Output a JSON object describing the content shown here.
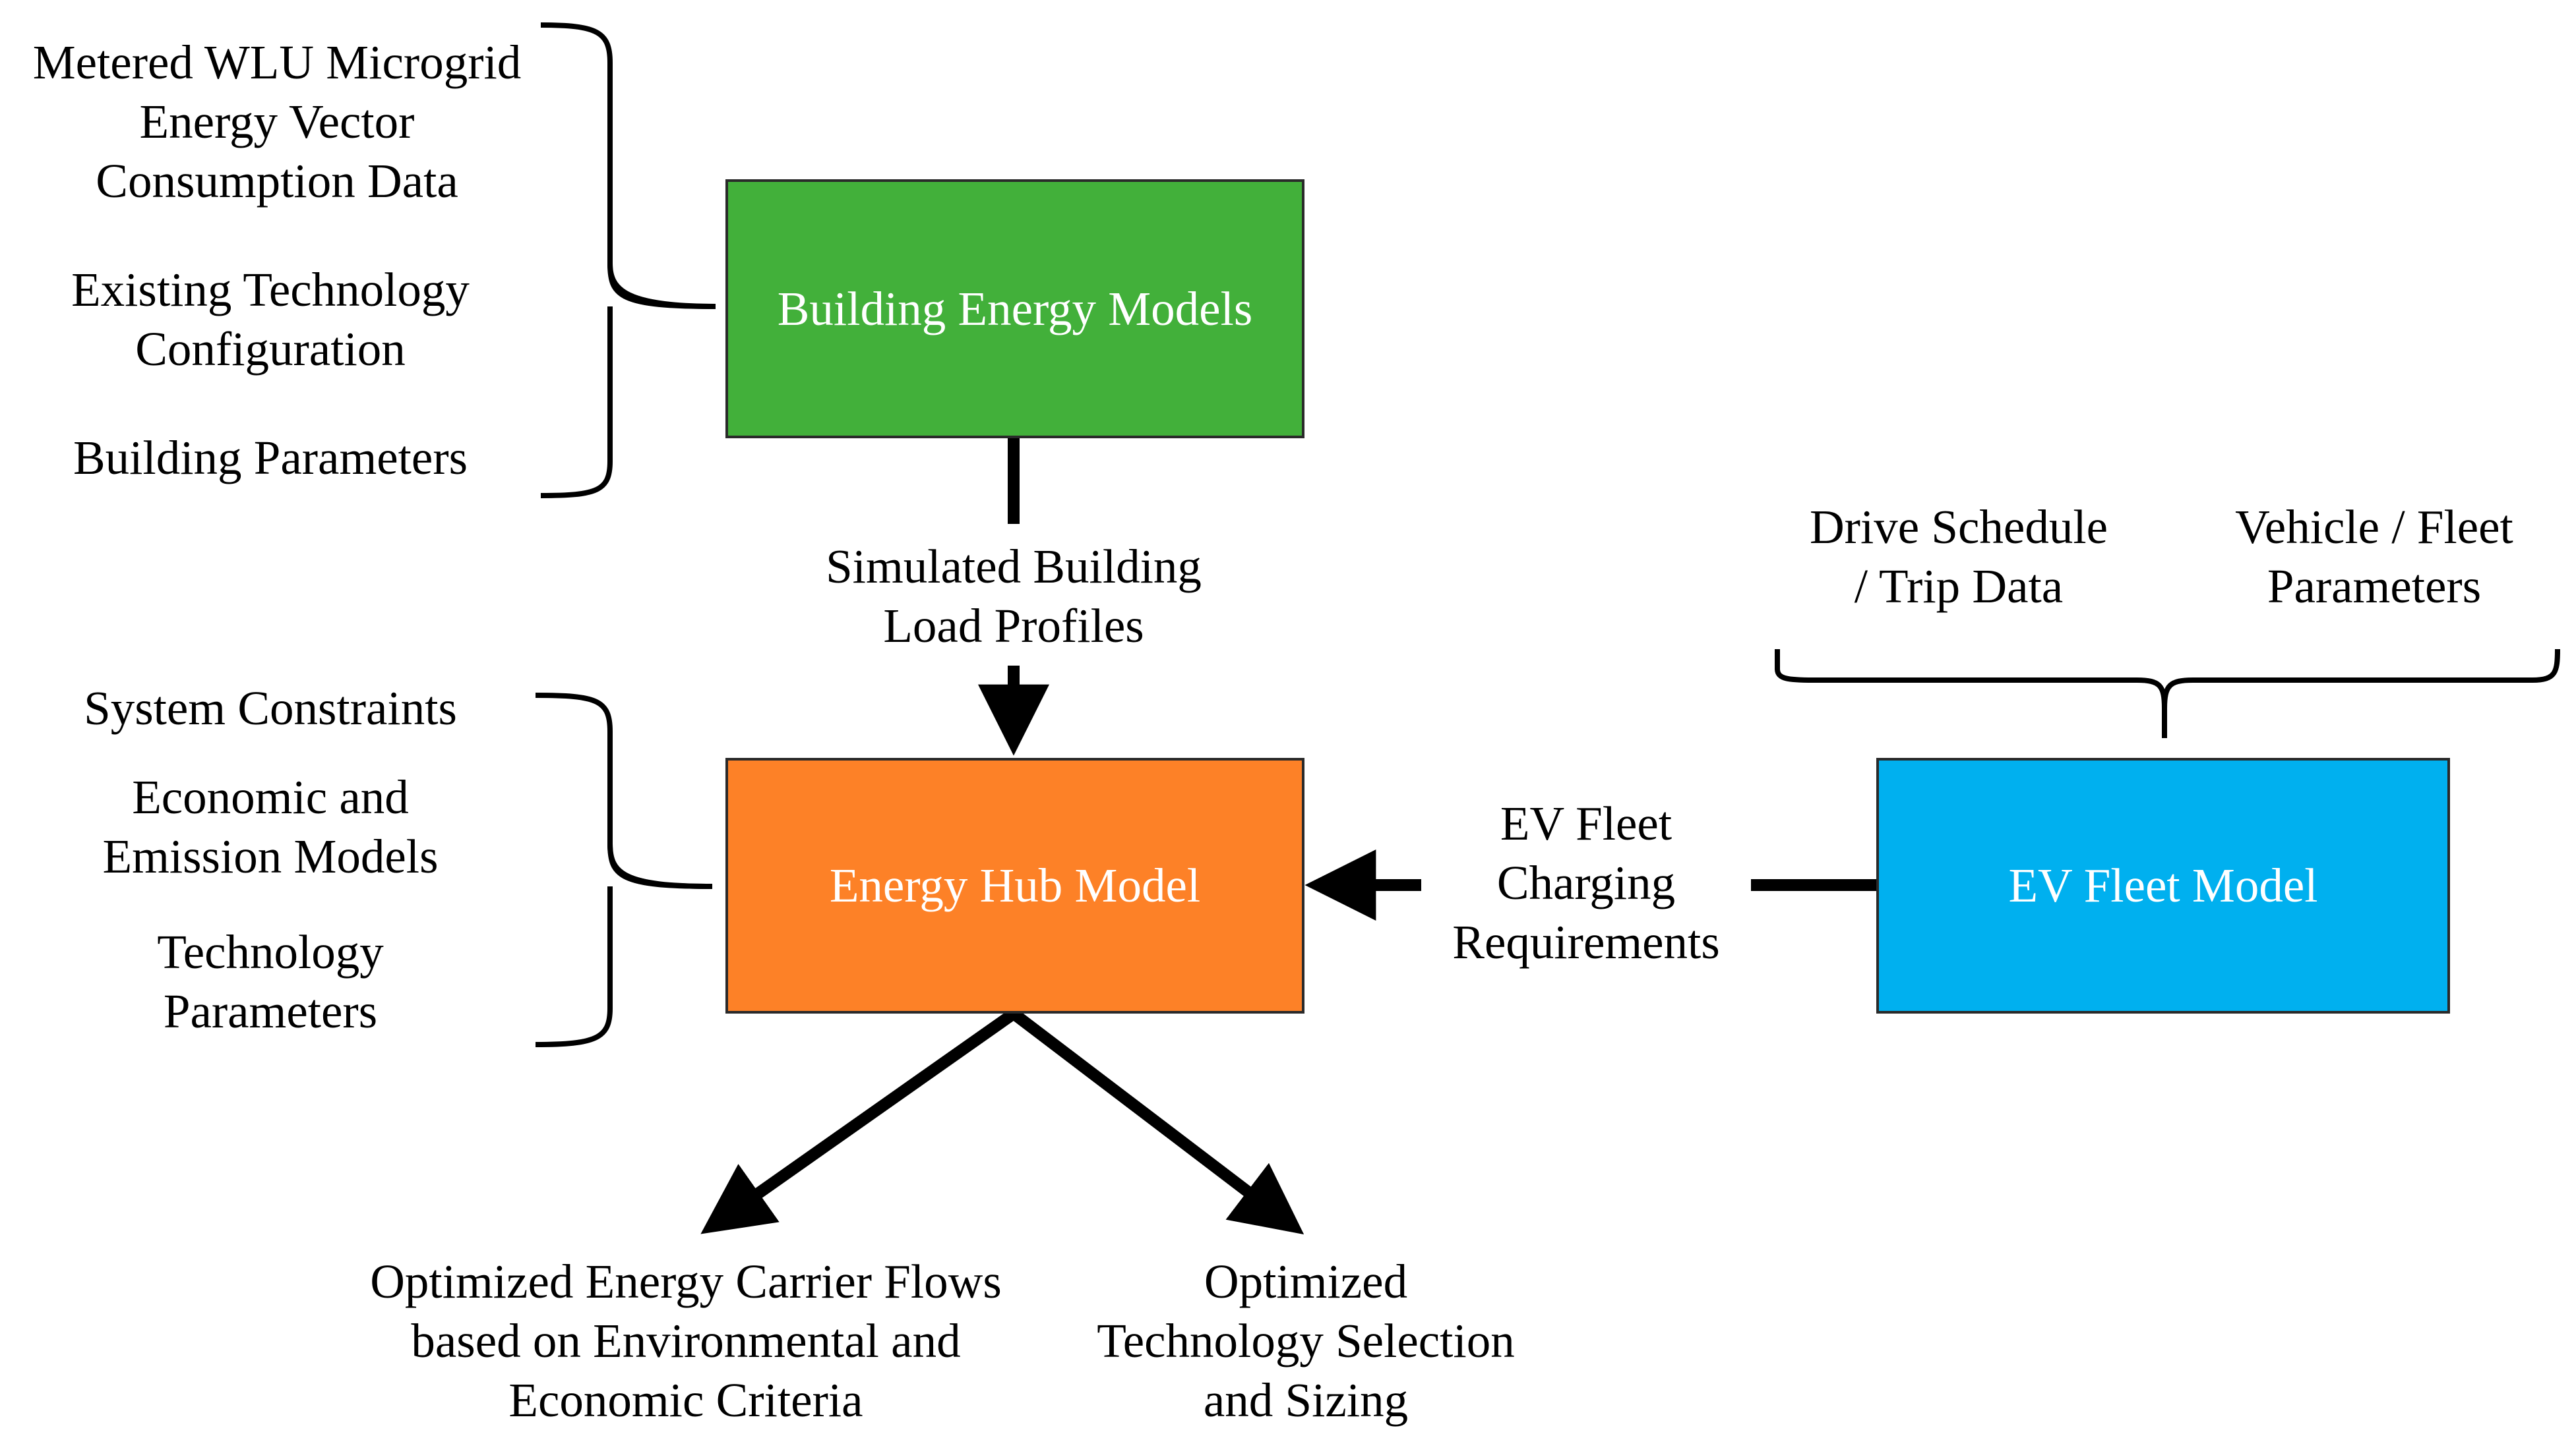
{
  "boxes": {
    "building": {
      "label": "Building Energy Models",
      "color": "#42b03a"
    },
    "hub": {
      "label": "Energy Hub Model",
      "color": "#fd8127"
    },
    "ev": {
      "label": "EV Fleet Model",
      "color": "#00b0ef"
    }
  },
  "building_inputs": {
    "metered": [
      "Metered WLU Microgrid",
      "Energy Vector",
      "Consumption Data"
    ],
    "existing_tech": [
      "Existing Technology",
      "Configuration"
    ],
    "building_params": [
      "Building Parameters"
    ]
  },
  "hub_inputs": {
    "constraints": [
      "System Constraints"
    ],
    "economic": [
      "Economic and",
      "Emission Models"
    ],
    "tech_params": [
      "Technology",
      "Parameters"
    ]
  },
  "ev_inputs": {
    "drive": [
      "Drive Schedule",
      "/ Trip Data"
    ],
    "vehicle": [
      "Vehicle / Fleet",
      "Parameters"
    ]
  },
  "flows": {
    "load_profiles": [
      "Simulated Building",
      "Load Profiles"
    ],
    "ev_charging": [
      "EV Fleet",
      "Charging",
      "Requirements"
    ]
  },
  "outputs": {
    "carrier_flows": [
      "Optimized Energy Carrier Flows",
      "based on Environmental and",
      "Economic Criteria"
    ],
    "tech_selection": [
      "Optimized",
      "Technology Selection",
      "and Sizing"
    ]
  }
}
